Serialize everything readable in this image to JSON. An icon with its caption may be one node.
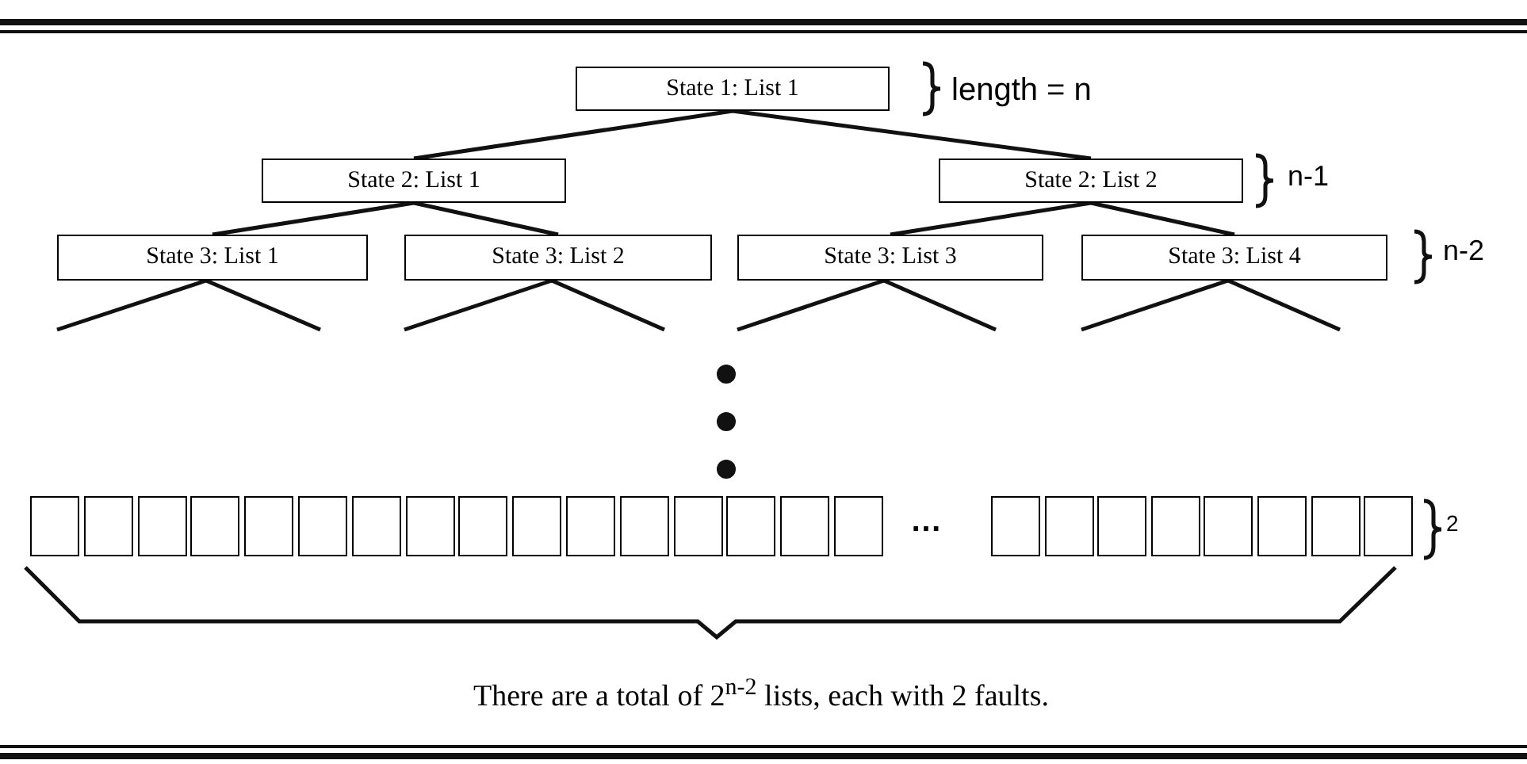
{
  "diagram": {
    "caption": "There are a total of 2$^{n-2}$ lists, each with 2 faults.",
    "nodes": [
      {
        "text": [
          "State 1: List 1"
        ]
      },
      {
        "text": [
          "State 2: List 1"
        ]
      },
      {
        "text": [
          "State 2: List 2"
        ]
      },
      {
        "text": [
          "State 3: List 1"
        ]
      },
      {
        "text": [
          "State 3: List 2"
        ]
      },
      {
        "text": [
          "State 3: List 3"
        ]
      },
      {
        "text": [
          "State 3: List 4"
        ]
      },
      {
        "text": [],
        "shape": "box"
      },
      {
        "text": [],
        "shape": "box"
      },
      {
        "text": [],
        "shape": "box"
      },
      {
        "text": [],
        "shape": "box"
      },
      {
        "text": [],
        "shape": "box"
      },
      {
        "text": [],
        "shape": "box"
      },
      {
        "text": [],
        "shape": "box"
      },
      {
        "text": [],
        "shape": "box"
      },
      {
        "text": [],
        "shape": "box"
      },
      {
        "text": [],
        "shape": "box"
      },
      {
        "text": [],
        "shape": "box"
      },
      {
        "text": [],
        "shape": "box"
      },
      {
        "text": [],
        "shape": "box"
      },
      {
        "text": [],
        "shape": "box"
      },
      {
        "text": [],
        "shape": "box"
      },
      {
        "text": [],
        "shape": "box"
      },
      {
        "text": [],
        "shape": "box"
      },
      {
        "text": [],
        "shape": "box"
      },
      {
        "text": [],
        "shape": "box"
      },
      {
        "text": [],
        "shape": "box"
      },
      {
        "text": [],
        "shape": "box"
      },
      {
        "text": [],
        "shape": "box"
      },
      {
        "text": [],
        "shape": "box"
      },
      {
        "text": [],
        "shape": "box"
      }
    ],
    "edges": [
      {
        "from": 0,
        "to": 1,
        "arrow": "none"
      },
      {
        "from": 0,
        "to": 2,
        "arrow": "none"
      },
      {
        "from": 1,
        "to": 3,
        "arrow": "none"
      },
      {
        "from": 1,
        "to": 4,
        "arrow": "none"
      },
      {
        "from": 2,
        "to": 5,
        "arrow": "none"
      },
      {
        "from": 2,
        "to": 6,
        "arrow": "none"
      },
      {
        "from": 3,
        "to": null,
        "arrow": "none"
      },
      {
        "from": 3,
        "to": null,
        "arrow": "none"
      },
      {
        "from": 4,
        "to": null,
        "arrow": "none"
      },
      {
        "from": 4,
        "to": null,
        "arrow": "none"
      },
      {
        "from": 5,
        "to": null,
        "arrow": "none"
      },
      {
        "from": 5,
        "to": null,
        "arrow": "none"
      },
      {
        "from": 6,
        "to": null,
        "arrow": "none"
      },
      {
        "from": 6,
        "to": null,
        "arrow": "none"
      }
    ],
    "labels": [
      "length = n",
      "n-1",
      "n-2",
      "…",
      "2"
    ]
  }
}
